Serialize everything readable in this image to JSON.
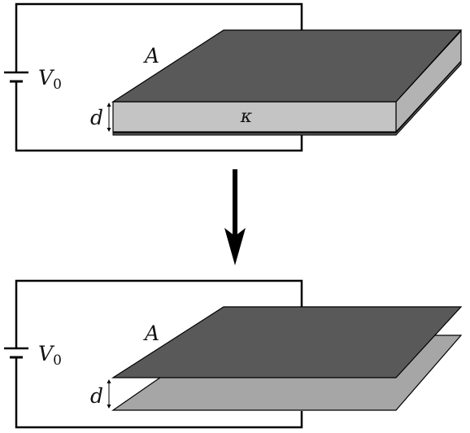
{
  "labels": {
    "area": "A",
    "separation": "d",
    "voltage_symbol": "V",
    "voltage_subscript": "0",
    "dielectric": "κ"
  },
  "colors": {
    "top_plate": "#595959",
    "bottom_plate": "#a6a6a6",
    "dielectric_slab": "#c4c4c4",
    "dielectric_side": "#b3b3b3",
    "wire": "#000000",
    "arrow": "#000000"
  }
}
